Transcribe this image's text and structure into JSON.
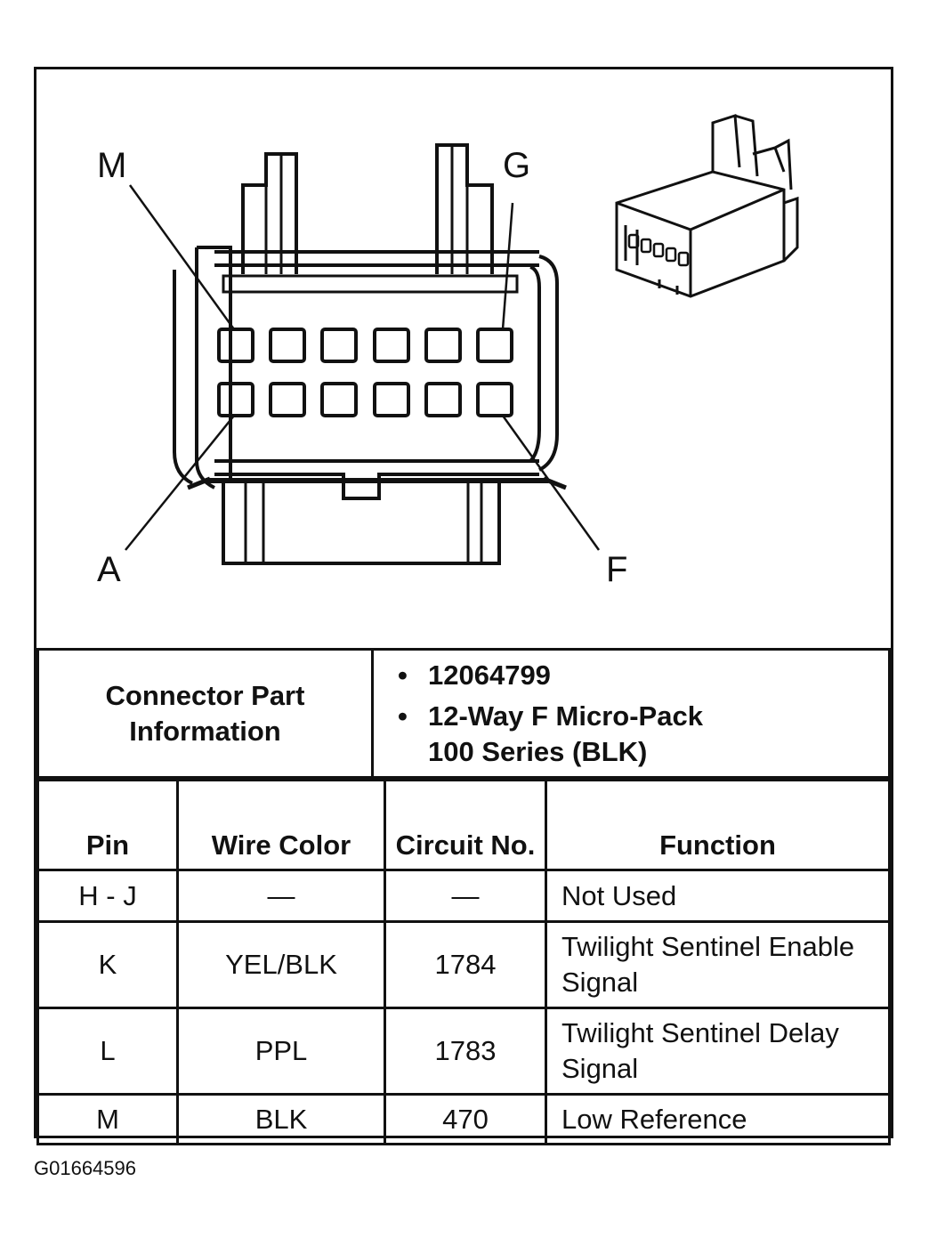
{
  "diagram": {
    "pin_labels": {
      "top_left": "M",
      "top_right": "G",
      "bottom_left": "A",
      "bottom_right": "F"
    }
  },
  "connector_info": {
    "label": "Connector Part Information",
    "items": [
      "12064799",
      "12-Way F Micro-Pack\n100 Series (BLK)"
    ]
  },
  "pin_table": {
    "headers": {
      "pin": "Pin",
      "wire_color": "Wire Color",
      "circuit_no": "Circuit No.",
      "function": "Function"
    },
    "rows": [
      {
        "pin": "H - J",
        "wire_color": "—",
        "circuit_no": "—",
        "function": "Not Used"
      },
      {
        "pin": "K",
        "wire_color": "YEL/BLK",
        "circuit_no": "1784",
        "function": "Twilight Sentinel Enable Signal"
      },
      {
        "pin": "L",
        "wire_color": "PPL",
        "circuit_no": "1783",
        "function": "Twilight Sentinel Delay Signal"
      },
      {
        "pin": "M",
        "wire_color": "BLK",
        "circuit_no": "470",
        "function": "Low Reference"
      }
    ]
  },
  "figure_id": "G01664596"
}
